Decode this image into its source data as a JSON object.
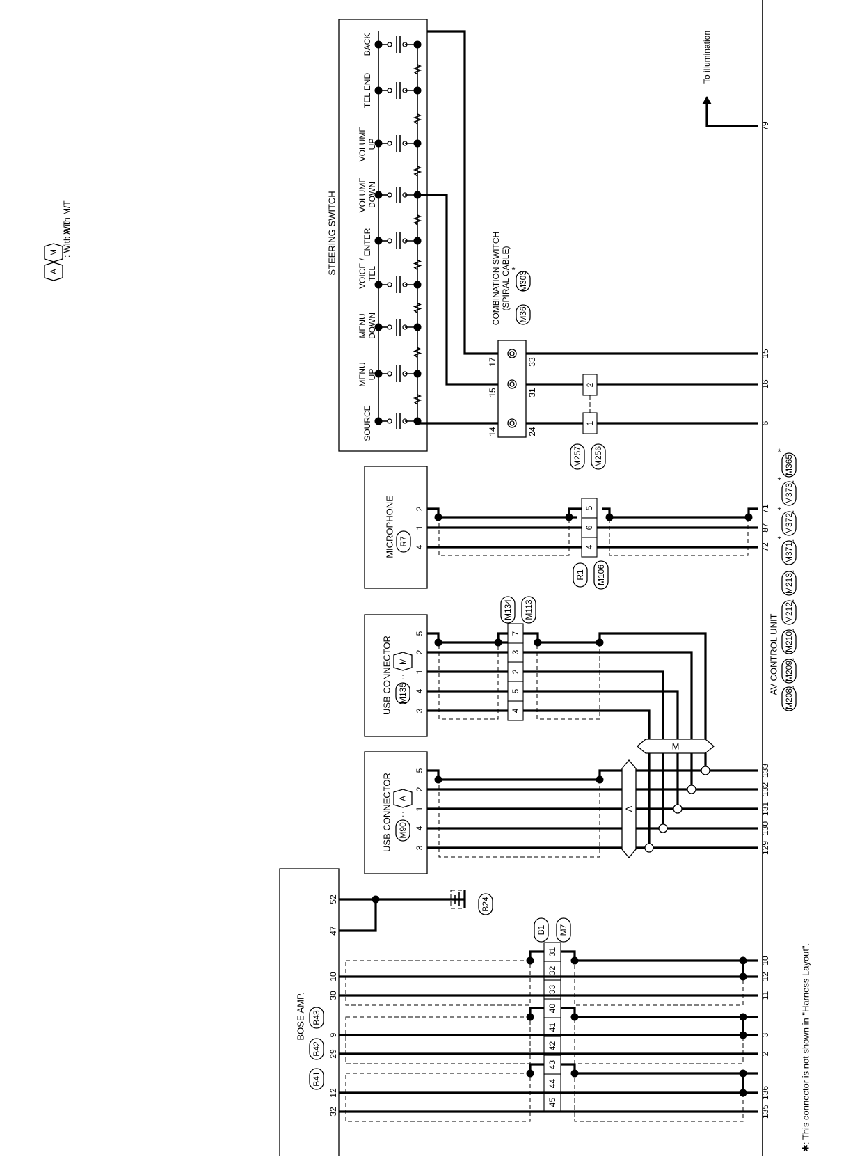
{
  "legend": [
    {
      "symbol": "A",
      "text": ": With A/T"
    },
    {
      "symbol": "M",
      "text": ": With M/T"
    }
  ],
  "footnote": "✱: This connector is not shown in \"Harness Layout\".",
  "components": {
    "steering_switch": {
      "title": "STEERING SWITCH",
      "buttons": [
        "SOURCE",
        "MENU UP",
        "MENU DOWN",
        "VOICE / TEL",
        "ENTER",
        "VOLUME DOWN",
        "VOLUME UP",
        "TEL END",
        "BACK"
      ]
    },
    "combination_switch": {
      "title": "COMBINATION SWITCH (SPIRAL CABLE)",
      "connectors": [
        "M36",
        "M303"
      ],
      "pins_top": [
        "14",
        "15",
        "17"
      ],
      "pins_bottom": [
        "24",
        "31",
        "33"
      ]
    },
    "steering_inline": {
      "connectors": [
        "M257",
        "M256"
      ],
      "pins": [
        "1",
        "2"
      ]
    },
    "microphone": {
      "title": "MICROPHONE",
      "connector": "R7",
      "pins": [
        "4",
        "1",
        "2"
      ]
    },
    "mic_inline": {
      "connectors": [
        "R1",
        "M106"
      ],
      "pins": [
        "4",
        "6",
        "5"
      ]
    },
    "usb_mt": {
      "title": "USB CONNECTOR",
      "connector": "M135",
      "variant": "M",
      "pins": [
        "3",
        "4",
        "1",
        "2",
        "5"
      ]
    },
    "usb_mt_inline": {
      "connectors": [
        "M134",
        "M113"
      ],
      "pins": [
        "4",
        "5",
        "2",
        "3",
        "7"
      ]
    },
    "usb_at": {
      "title": "USB CONNECTOR",
      "connector": "M90",
      "variant": "A",
      "pins": [
        "3",
        "4",
        "1",
        "2",
        "5"
      ]
    },
    "bose_amp": {
      "title": "BOSE AMP.",
      "connectors": [
        "B41",
        "B42",
        "B43"
      ],
      "pins": [
        "32",
        "12",
        "29",
        "9",
        "30",
        "10",
        "47",
        "52"
      ]
    },
    "ground": {
      "connector": "B24"
    },
    "bose_inline": {
      "connectors": [
        "B1",
        "M7"
      ],
      "pins": [
        "45",
        "44",
        "43",
        "42",
        "41",
        "40",
        "33",
        "32",
        "31"
      ]
    },
    "av_control_unit": {
      "title": "AV CONTROL UNIT",
      "connectors": [
        "M208",
        "M209",
        "M210",
        "M212",
        "M213",
        "M371",
        "M372",
        "M373",
        "M365"
      ],
      "pins": [
        "135",
        "136",
        "2",
        "3",
        "11",
        "12",
        "10",
        "129",
        "130",
        "131",
        "132",
        "133",
        "72",
        "87",
        "71",
        "6",
        "16",
        "15",
        "79"
      ]
    },
    "illumination": {
      "text": "To illumination"
    },
    "junction_labels": {
      "at": "A",
      "mt": "M"
    }
  }
}
